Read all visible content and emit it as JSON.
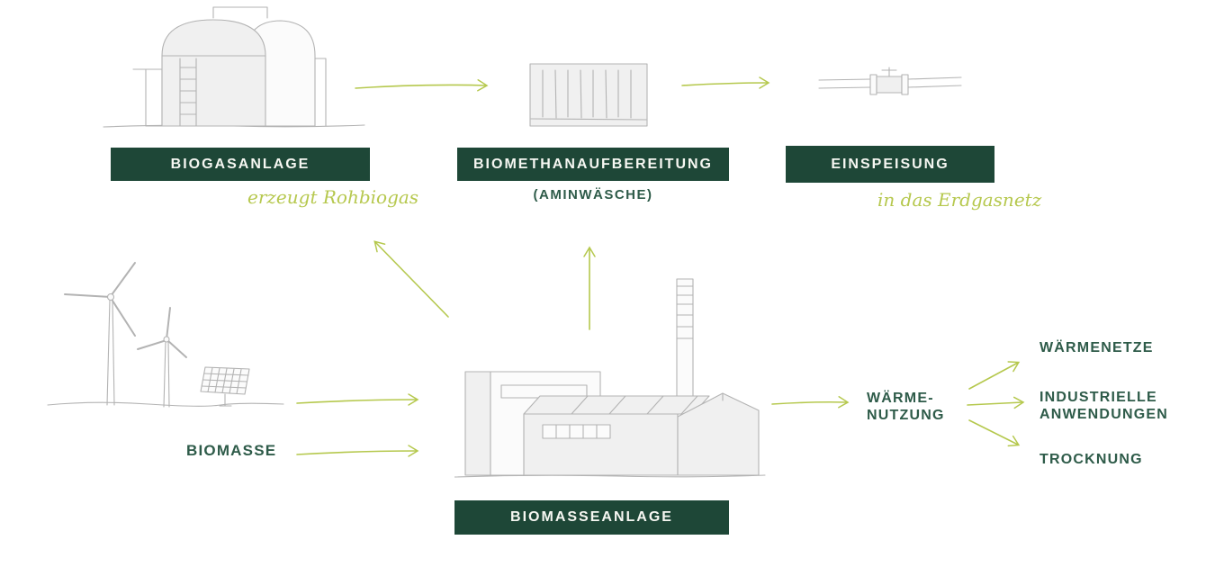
{
  "colors": {
    "plate_background": "#1e4737",
    "plate_text": "#f6f7f2",
    "caption_text": "#2e5b49",
    "accent_arrow": "#b5c84d",
    "sketch_stroke": "#b3b3b3",
    "sketch_fill": "#f0f0f0"
  },
  "flow": {
    "biogas_plant": {
      "label": "BIOGASANLAGE",
      "note": "erzeugt Rohbiogas"
    },
    "biomethane_upgrading": {
      "label": "BIOMETHANAUFBEREITUNG",
      "sublabel": "(AMINWÄSCHE)"
    },
    "grid_injection": {
      "label": "EINSPEISUNG",
      "note": "in das Erdgasnetz"
    },
    "biomass_input": {
      "label": "BIOMASSE"
    },
    "biomass_plant": {
      "label": "BIOMASSEANLAGE"
    },
    "heat_use": {
      "label": "WÄRME-\nNUTZUNG"
    },
    "heat_outputs": [
      {
        "label": "WÄRMENETZE"
      },
      {
        "label": "INDUSTRIELLE\nANWENDUNGEN"
      },
      {
        "label": "TROCKNUNG"
      }
    ]
  },
  "icons": {
    "biogas_plant": "biogas-plant-sketch-icon",
    "upgrading_container": "container-sketch-icon",
    "pipeline": "pipeline-valve-sketch-icon",
    "renewables": "wind-turbines-solar-panel-sketch-icon",
    "factory": "biomass-factory-sketch-icon"
  }
}
